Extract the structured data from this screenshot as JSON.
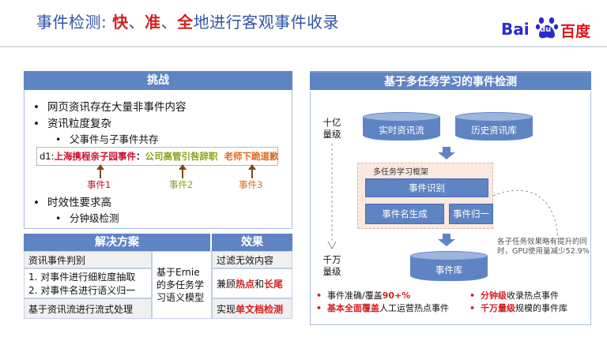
{
  "header": {
    "title_prefix": "事件检测: ",
    "title_hl1": "快",
    "title_sep1": "、",
    "title_hl2": "准",
    "title_sep2": "、",
    "title_hl3": "全",
    "title_suffix": "地进行客观事件收录",
    "logo_bai": "Bai",
    "logo_du": "du",
    "logo_cn": "百度"
  },
  "challenges": {
    "heading": "挑战",
    "b1": "网页资讯存在大量非事件内容",
    "b2": "资讯粒度复杂",
    "b2_sub": "父事件与子事件共存",
    "example": {
      "prefix": "d1:",
      "e1": "上海携程亲子园事件",
      "sep": "：",
      "e2": "公司高管引咎辞职",
      "e3": "老师下跪道歉",
      "l1": "事件1",
      "l2": "事件2",
      "l3": "事件3"
    },
    "b3": "时效性要求高",
    "b3_sub": "分钟级检测"
  },
  "solution_table": {
    "col1": "解决方案",
    "col2": "效果",
    "r1": "资讯事件判别",
    "r2a": "1. 对事件进行细粒度抽取",
    "r2b": "2. 对事件名进行语义归一",
    "r3": "基于资讯流进行流式处理",
    "model_l1": "基于Ernie",
    "model_l2": "的多任务学",
    "model_l3": "习语义模型",
    "eff1": "过滤无效内容",
    "eff2_a": "兼顾",
    "eff2_b": "热点",
    "eff2_c": "和",
    "eff2_d": "长尾",
    "eff3_a": "实现",
    "eff3_b": "单文档检测"
  },
  "multitask": {
    "heading": "基于多任务学习的事件检测",
    "scale_top_1": "十亿",
    "scale_top_2": "量级",
    "scale_bot_1": "千万",
    "scale_bot_2": "量级",
    "db1": "实时资讯流",
    "db2": "历史资讯库",
    "framework": "多任务学习框架",
    "task1": "事件识别",
    "task2": "事件名生成",
    "task3": "事件归一",
    "db3": "事件库",
    "note": "各子任务效果略有提升的同时，GPU使用量减少52.9%",
    "res1_a": "事件准确/覆盖",
    "res1_b": "90+%",
    "res2_a": "基本全面覆盖",
    "res2_b": "人工运营热点事件",
    "res3_a": "分钟级",
    "res3_b": "收录热点事件",
    "res4_a": "千万量级",
    "res4_b": "规模的事件库"
  },
  "colors": {
    "accent": "#5f84c4",
    "highlight": "#d61f1f",
    "title": "#2f55a4"
  }
}
